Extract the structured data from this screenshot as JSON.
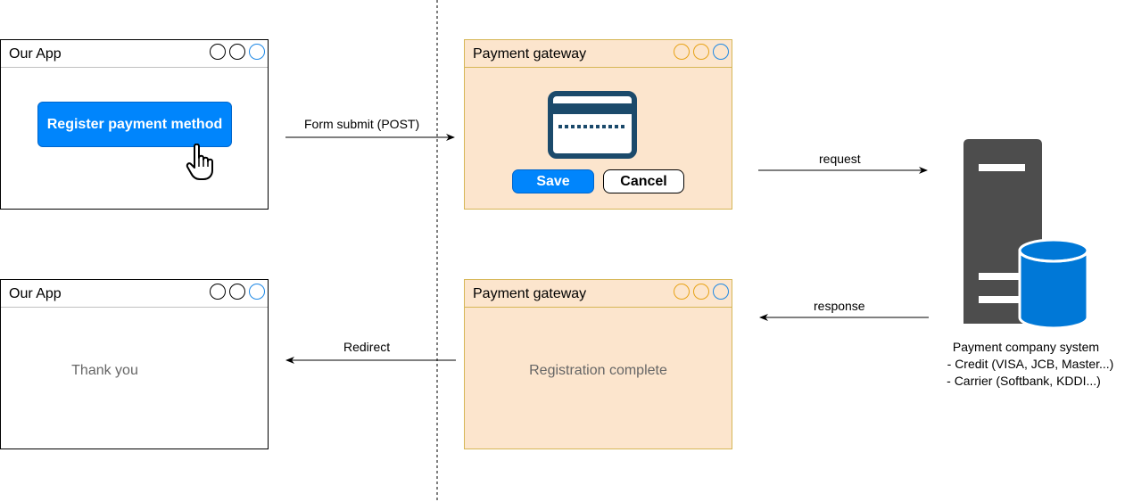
{
  "top_app": {
    "title": "Our App",
    "button_label": "Register payment method"
  },
  "top_gateway": {
    "title": "Payment gateway",
    "save_label": "Save",
    "cancel_label": "Cancel"
  },
  "bottom_app": {
    "title": "Our App",
    "message": "Thank you"
  },
  "bottom_gateway": {
    "title": "Payment gateway",
    "message": "Registration complete"
  },
  "arrows": {
    "form_submit": "Form submit (POST)",
    "request": "request",
    "response": "response",
    "redirect": "Redirect"
  },
  "payment_system": {
    "title": "Payment company system",
    "line1": "- Credit (VISA, JCB, Master...)",
    "line2": "- Carrier (Softbank, KDDI...)"
  },
  "icons": {
    "window_controls": "circle-icons",
    "hand": "hand-pointer-icon",
    "card": "credit-card-icon",
    "server": "server-icon",
    "database": "database-icon"
  },
  "colors": {
    "gateway_fill": "#fce5cd",
    "gateway_border": "#d6b656",
    "primary_blue": "#0085fc",
    "server_gray": "#4d4d4d",
    "db_blue": "#0078d7",
    "card_navy": "#1b4a6b"
  }
}
